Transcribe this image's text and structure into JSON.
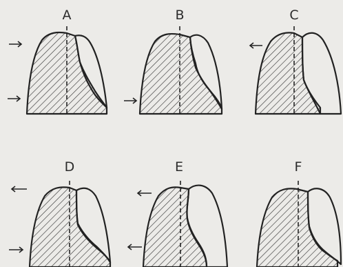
{
  "panels": [
    {
      "label": "A",
      "arrows": [
        "right",
        "right"
      ]
    },
    {
      "label": "B",
      "arrows": [
        "none",
        "right"
      ]
    },
    {
      "label": "C",
      "arrows": [
        "left",
        "none"
      ]
    },
    {
      "label": "D",
      "arrows": [
        "left",
        "right"
      ]
    },
    {
      "label": "E",
      "arrows": [
        "left",
        "left"
      ]
    },
    {
      "label": "F",
      "arrows": [
        "none",
        "none"
      ]
    }
  ]
}
